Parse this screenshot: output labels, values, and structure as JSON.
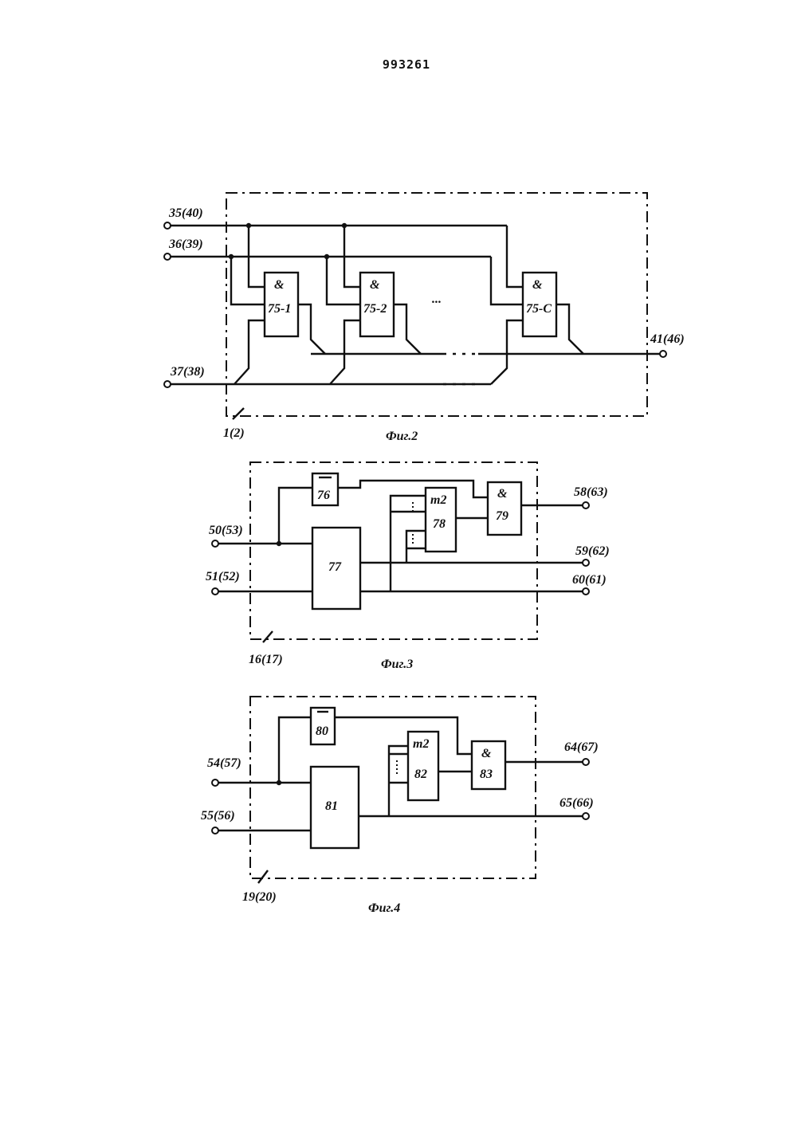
{
  "page": {
    "number": "993261"
  },
  "fig2": {
    "caption": "Фиг.2",
    "frame_label": "1(2)",
    "inputs": [
      "35(40)",
      "36(39)",
      "37(38)"
    ],
    "output": "41(46)",
    "gates": [
      {
        "symbol": "&",
        "label": "75-1"
      },
      {
        "symbol": "&",
        "label": "75-2"
      },
      {
        "symbol": "&",
        "label": "75-С"
      }
    ],
    "ellipsis": "..."
  },
  "fig3": {
    "caption": "Фиг.3",
    "frame_label": "16(17)",
    "inputs": [
      "50(53)",
      "51(52)"
    ],
    "outputs": [
      "58(63)",
      "59(62)",
      "60(61)"
    ],
    "blocks": [
      {
        "symbol": "",
        "label": "76"
      },
      {
        "symbol": "",
        "label": "77"
      },
      {
        "symbol": "m2",
        "label": "78"
      },
      {
        "symbol": "&",
        "label": "79"
      }
    ]
  },
  "fig4": {
    "caption": "Фиг.4",
    "frame_label": "19(20)",
    "inputs": [
      "54(57)",
      "55(56)"
    ],
    "outputs": [
      "64(67)",
      "65(66)"
    ],
    "blocks": [
      {
        "symbol": "",
        "label": "80"
      },
      {
        "symbol": "",
        "label": "81"
      },
      {
        "symbol": "m2",
        "label": "82"
      },
      {
        "symbol": "&",
        "label": "83"
      }
    ]
  }
}
